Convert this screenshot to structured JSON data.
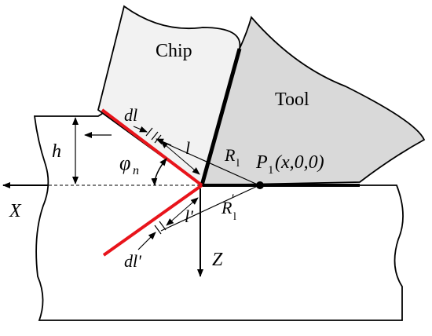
{
  "labels": {
    "chip": "Chip",
    "tool": "Tool",
    "h": "h",
    "phi": "φ",
    "phi_sub": "n",
    "dl": "dl",
    "l": "l",
    "R": "R",
    "R_sub": "l",
    "P": "P",
    "P_sub": "1",
    "P_coords": "(x,0,0)",
    "R2": "R",
    "R2_sup": "'",
    "R2_sub": "l",
    "l_prime": "l'",
    "dl_prime": "dl'",
    "X": "X",
    "Z": "Z"
  },
  "colors": {
    "chip_fill": "#f2f2f2",
    "tool_fill": "#d9d9d9",
    "shear_line": "#e8141b",
    "stroke": "#000000"
  }
}
